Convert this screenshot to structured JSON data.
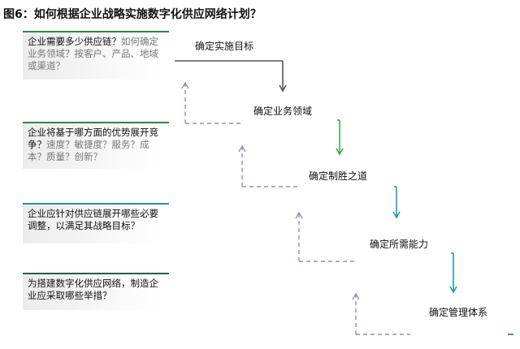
{
  "title": "图6：如何根据企业战略实施数字化供应网络计划？",
  "questions": [
    {
      "strong": "企业需要多少供应链？",
      "light": "如何确定业务领域？按客户、产品、地域或渠道？",
      "color": "#2a8a3a"
    },
    {
      "strong": "企业将基于哪方面的优势展开竞争？",
      "light": "速度？敏捷度？服务？成本？质量？创新？",
      "color": "#2a8a3a"
    },
    {
      "strong": "企业应针对供应链展开哪些必要调整，以满足其战略目标？",
      "light": "",
      "color": "#2a8fa6"
    },
    {
      "strong": "为搭建数字化供应网络，制造企业应采取哪些举措？",
      "light": "",
      "color": "#1f5e52"
    }
  ],
  "steps": [
    {
      "label": "确定实施目标",
      "color": "#555555"
    },
    {
      "label": "确定业务领域",
      "color": "#3aaa4a"
    },
    {
      "label": "确定制胜之道",
      "color": "#1e9bb8"
    },
    {
      "label": "确定所需能力",
      "color": "#1e9bb8"
    },
    {
      "label": "确定管理体系",
      "color": "#1e6f8a"
    }
  ],
  "colors": {
    "dashed": "#a08cb0"
  }
}
